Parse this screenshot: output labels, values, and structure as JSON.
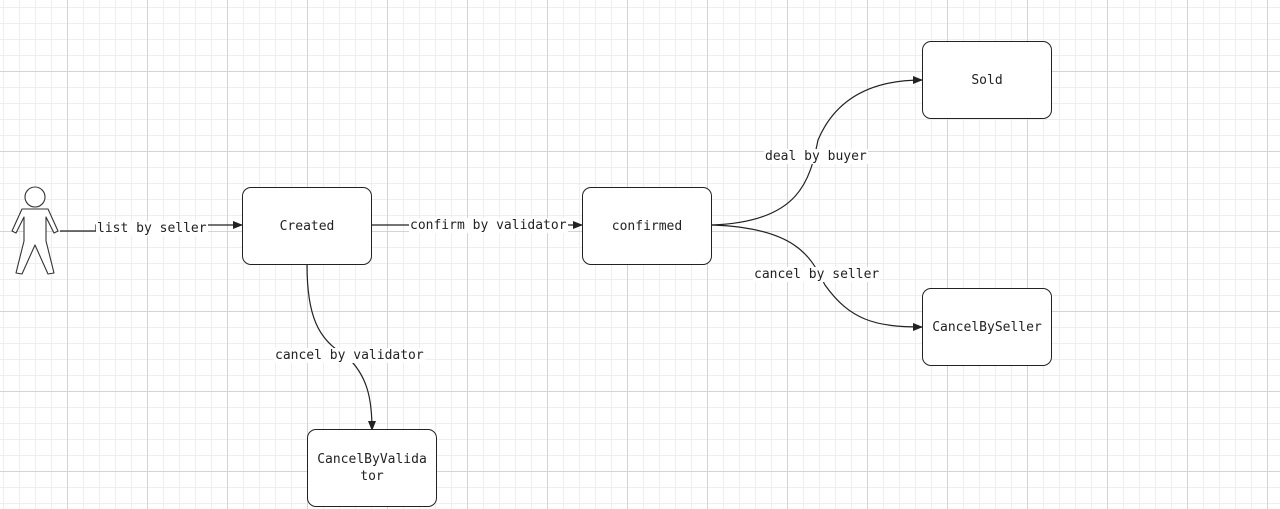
{
  "diagram": {
    "actor": {
      "icon": "person-actor-icon"
    },
    "nodes": {
      "created": "Created",
      "confirmed": "confirmed",
      "sold": "Sold",
      "cancel_by_seller": "CancelBySeller",
      "cancel_by_validator": "CancelByValidator"
    },
    "edges": {
      "list_by_seller": "list by seller",
      "confirm_by_validator": "confirm by validator",
      "deal_by_buyer": "deal by buyer",
      "cancel_by_seller": "cancel by seller",
      "cancel_by_validator": "cancel by validator"
    },
    "colors": {
      "stroke": "#222222",
      "node_fill": "#ffffff",
      "grid_major": "#d4d4d4",
      "grid_minor": "#eeeeee",
      "background": "#ffffff"
    }
  }
}
